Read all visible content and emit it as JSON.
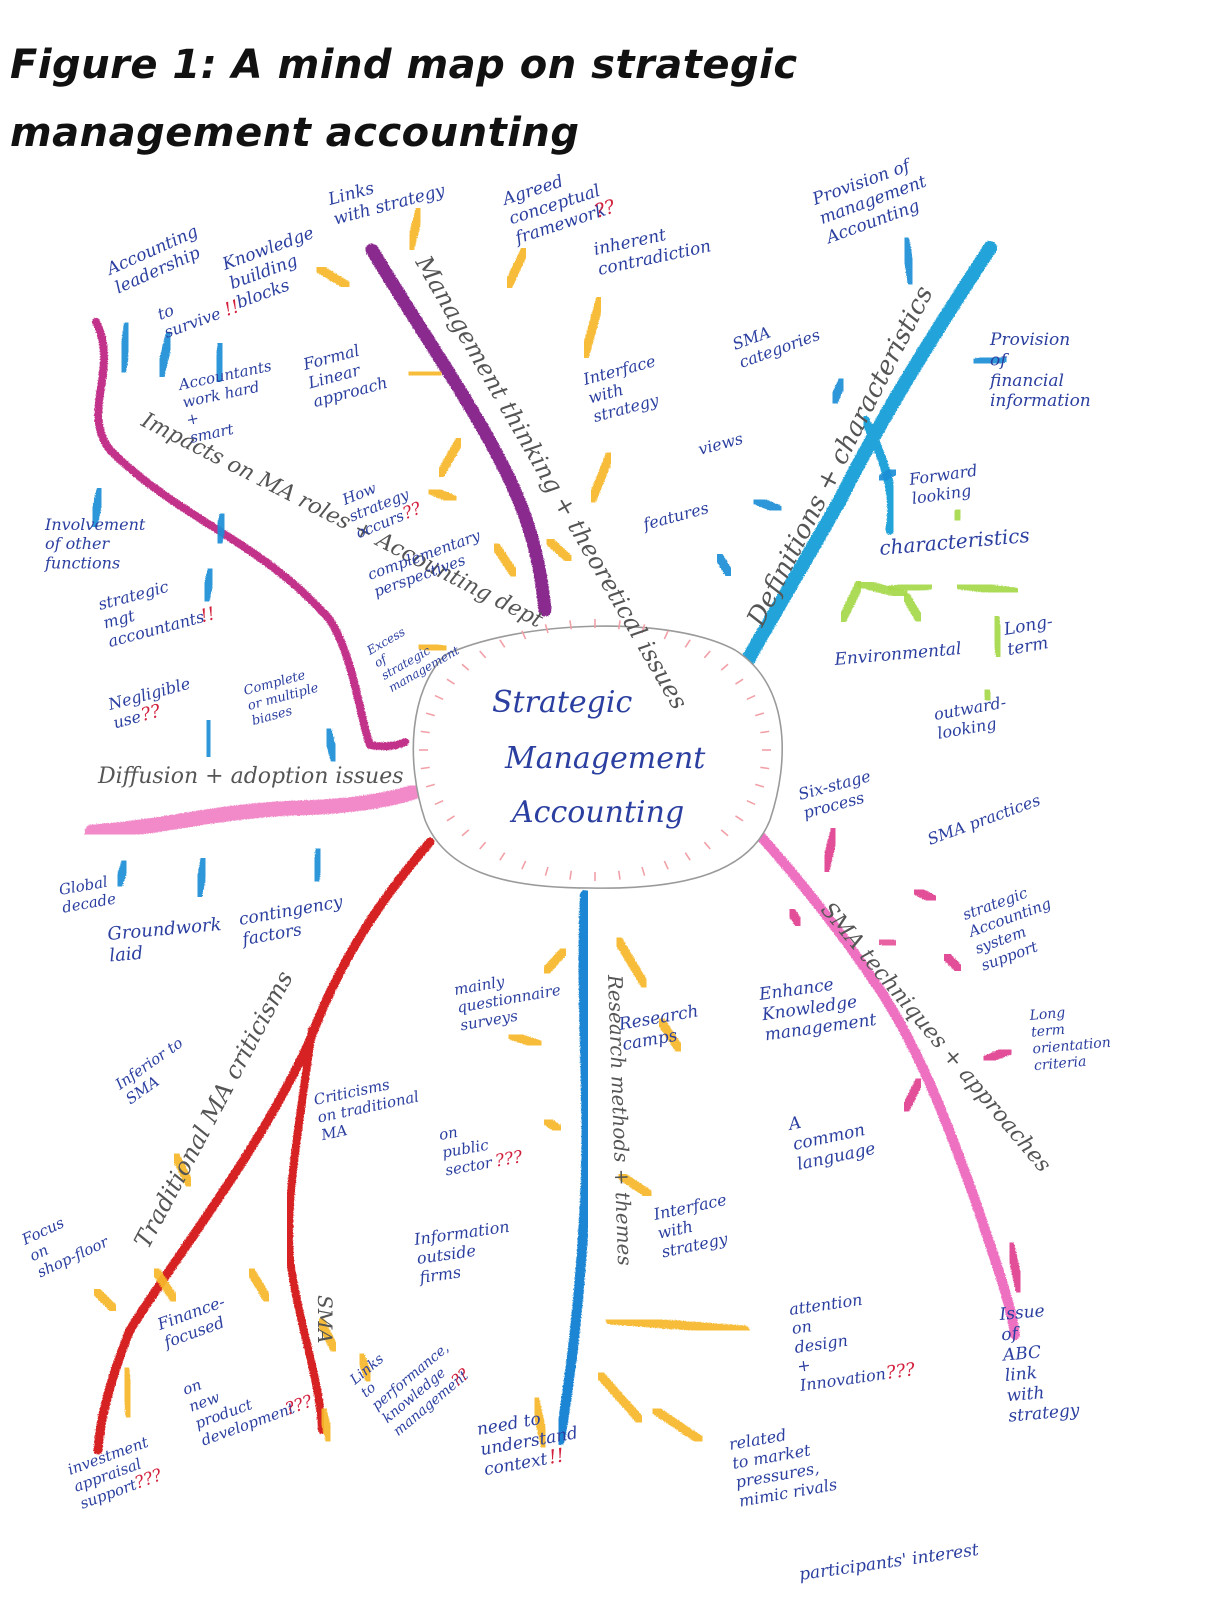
{
  "title": {
    "line1": "Figure 1: A mind map on strategic",
    "line2": "management accounting"
  },
  "colors": {
    "ink": "#2b3fa0",
    "red_ink": "#d21f3c",
    "center_outline": "#9a9a9a",
    "center_hatch": "#f2a0a8",
    "stroke_yellow": "#f7b82b",
    "stroke_blue": "#1f8fd6",
    "stroke_green": "#a6d84a",
    "stroke_magenta": "#e7559a"
  },
  "center": {
    "lines": [
      "Strategic",
      "Management",
      "Accounting"
    ]
  },
  "branches": {
    "management_thinking": {
      "label": "Management thinking + theoretical issues",
      "color": "#8a2c8f"
    },
    "definitions": {
      "label": "Definitions + characteristics",
      "color": "#24a3d9"
    },
    "impacts": {
      "label": "Impacts on MA roles + Accounting dept",
      "color": "#c2338a"
    },
    "diffusion": {
      "label": "Diffusion + adoption issues",
      "color": "#f28ac9"
    },
    "traditional": {
      "label": "Traditional MA criticisms",
      "color": "#d62024"
    },
    "sma_sub": {
      "label": "SMA",
      "color": "#d62024"
    },
    "research": {
      "label": "Research methods + themes",
      "color": "#1a86d4"
    },
    "techniques": {
      "label": "SMA techniques + approaches",
      "color": "#ee6fc0"
    }
  },
  "notes": {
    "links_strategy": [
      "Links",
      "with strategy"
    ],
    "agreed": {
      "lines": [
        "Agreed",
        "conceptual"
      ],
      "last": "framework",
      "marks": "??"
    },
    "inherent": [
      "inherent",
      "contradiction"
    ],
    "provision_ma": [
      "Provision of",
      "management",
      "Accounting"
    ],
    "accounting_leadership": [
      "Accounting",
      "leadership"
    ],
    "knowledge_blocks": [
      "Knowledge",
      "building",
      "blocks"
    ],
    "survive": {
      "lines": [
        "to",
        "survive"
      ],
      "marks": "!!"
    },
    "accountants_work": [
      "Accountants",
      "work hard",
      "+",
      "smart"
    ],
    "formal_linear": [
      "Formal",
      "Linear",
      "approach"
    ],
    "interface_strategy_1": [
      "Interface",
      "with",
      "strategy"
    ],
    "sma_categories": [
      "SMA",
      "categories"
    ],
    "views": "views",
    "provision_financial": [
      "Provision",
      "of",
      "financial",
      "information"
    ],
    "forward_looking": [
      "Forward",
      "looking"
    ],
    "characteristics": "characteristics",
    "how_strategy": {
      "lines": [
        "How",
        "strategy"
      ],
      "last": "occurs",
      "marks": "??"
    },
    "complementary": [
      "complementary",
      "perspectives"
    ],
    "features": "features",
    "involvement": [
      "Involvement",
      "of other",
      "functions"
    ],
    "strategic_mgt_acc": {
      "lines": [
        "strategic",
        "mgt"
      ],
      "last": "accountants",
      "marks": "!!"
    },
    "environmental": "Environmental",
    "long_term": [
      "Long-",
      "term"
    ],
    "negligible": {
      "lines": [
        "Negligible"
      ],
      "last": "use",
      "marks": "??"
    },
    "complete_biases": [
      "Complete",
      "or multiple",
      "biases"
    ],
    "excess": [
      "Excess",
      "of",
      "strategic",
      "management"
    ],
    "outward": [
      "outward-",
      "looking"
    ],
    "six_stage": [
      "Six-stage",
      "process"
    ],
    "sma_practices": "SMA practices",
    "global_decade": [
      "Global",
      "decade"
    ],
    "groundwork": [
      "Groundwork",
      "laid"
    ],
    "contingency": [
      "contingency",
      "factors"
    ],
    "strategic_acc_system": [
      "strategic",
      "Accounting",
      "system",
      "support"
    ],
    "mainly": [
      "mainly",
      "questionnaire",
      "surveys"
    ],
    "research_camps": [
      "Research",
      "camps"
    ],
    "enhance_km": [
      "Enhance",
      "Knowledge",
      "management"
    ],
    "long_term_orientation": [
      "Long",
      "term",
      "orientation",
      "criteria"
    ],
    "inferior": [
      "Inferior to",
      "SMA"
    ],
    "criticisms_traditional": [
      "Criticisms",
      "on traditional",
      "MA"
    ],
    "public_sector": {
      "lines": [
        "on",
        "public"
      ],
      "last": "sector",
      "marks": "???"
    },
    "common_language": [
      "A",
      "common",
      "language"
    ],
    "focus_shopfloor": [
      "Focus",
      "on",
      "shop-floor"
    ],
    "information_outside": [
      "Information",
      "outside",
      "firms"
    ],
    "interface_strategy_2": [
      "Interface",
      "with",
      "strategy"
    ],
    "finance_focused": [
      "Finance-",
      "focused"
    ],
    "attention_design": {
      "lines": [
        "attention",
        "on",
        "design",
        "+"
      ],
      "last": "Innovation",
      "marks": "???"
    },
    "issue_abc": [
      "Issue",
      "of",
      "ABC",
      "link",
      "with",
      "strategy"
    ],
    "new_product": {
      "lines": [
        "on",
        "new",
        "product"
      ],
      "last": "development",
      "marks": "???"
    },
    "links_performance": {
      "lines": [
        "Links",
        "to",
        "performance,",
        "knowledge"
      ],
      "last": "management",
      "marks": "??"
    },
    "investment": {
      "lines": [
        "investment",
        "appraisal"
      ],
      "last": "support",
      "marks": "???"
    },
    "need_understand": {
      "lines": [
        "need to",
        "understand"
      ],
      "last": "context",
      "marks": "!!"
    },
    "related_market": [
      "related",
      "to market",
      "pressures,",
      "mimic rivals"
    ],
    "participants": "participants' interest"
  }
}
